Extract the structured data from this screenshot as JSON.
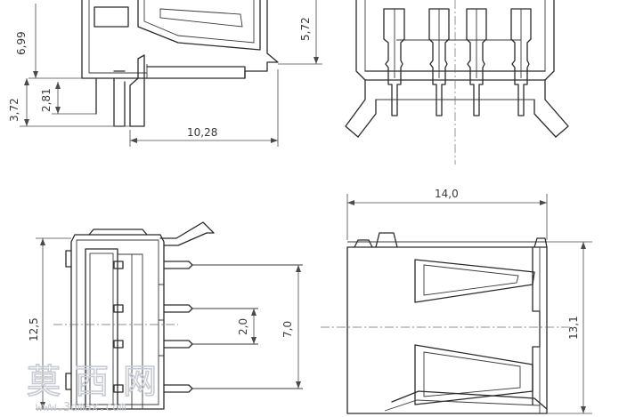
{
  "dimensions": {
    "side_total_height": "6,99",
    "side_body_height": "5,72",
    "side_pin_depth": "3,72",
    "side_pin_offset": "2,81",
    "side_length": "10,28",
    "top_width": "14,0",
    "top_height": "13,1",
    "front_height": "12,5",
    "pin_pitch": "2,0",
    "pin_span": "7,0"
  },
  "watermark": {
    "chars": "莫 西 网",
    "url": "www.3dmax.com"
  }
}
